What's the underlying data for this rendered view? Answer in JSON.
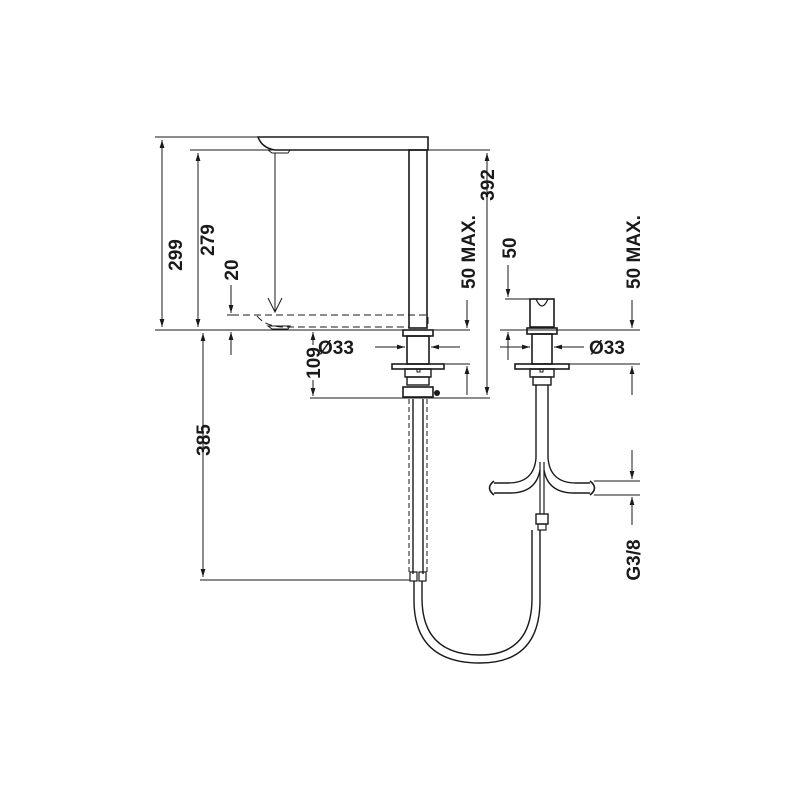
{
  "diagram": {
    "type": "technical-drawing",
    "subject": "single-lever basin faucet with hoses",
    "line_color": "#1a1a1a",
    "background": "#ffffff"
  },
  "dimensions": {
    "total_height": "299",
    "spout_height": "279",
    "spout_drop": "20",
    "deck_thickness_left": "50 MAX.",
    "base_height": "109",
    "overall_height": "392",
    "base_diameter_left": "Ø33",
    "handle_height": "50",
    "base_diameter_right": "Ø33",
    "deck_thickness_right": "50 MAX.",
    "below_deck": "385",
    "thread": "G3/8"
  }
}
